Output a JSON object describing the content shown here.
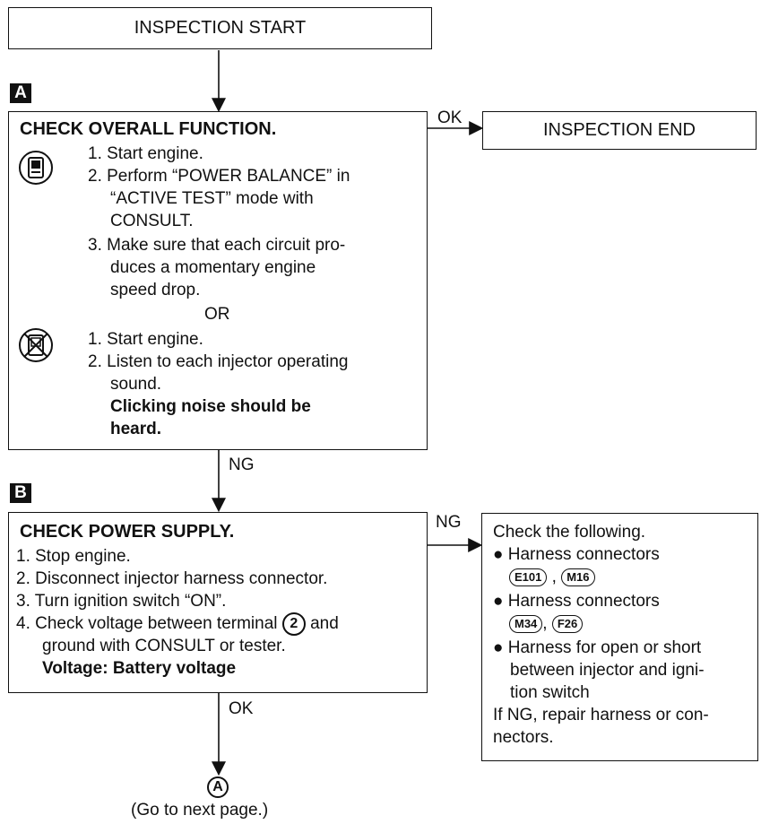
{
  "start": "INSPECTION START",
  "end": "INSPECTION END",
  "step_a": {
    "letter": "A",
    "heading": "CHECK OVERALL FUNCTION.",
    "consult_lines": [
      "1. Start engine.",
      "2. Perform “POWER BALANCE” in",
      "“ACTIVE TEST” mode with",
      "CONSULT.",
      "3. Make sure that each circuit pro-",
      "duces a momentary engine",
      "speed drop."
    ],
    "or_label": "OR",
    "no_consult_lines": [
      "1. Start engine.",
      "2. Listen to each injector operating",
      "sound."
    ],
    "result_lines": [
      "Clicking noise should be",
      "heard."
    ],
    "ok_label": "OK",
    "ng_label": "NG",
    "icons": [
      "consult-icon",
      "no-consult-icon"
    ]
  },
  "step_b": {
    "letter": "B",
    "heading": "CHECK POWER SUPPLY.",
    "lines": [
      "1. Stop engine.",
      "2. Disconnect injector harness connector.",
      "3. Turn ignition switch “ON”.",
      "ground with CONSULT or tester."
    ],
    "line4_pre": "4. Check voltage between terminal",
    "terminal": "2",
    "line4_post": "and",
    "result": "Voltage: Battery voltage",
    "ok_label": "OK",
    "ng_label": "NG"
  },
  "ng_box": {
    "title": "Check the following.",
    "item1": "Harness connectors",
    "conn1a": "E101",
    "conn1b": "M16",
    "item2": "Harness connectors",
    "conn2a": "M34",
    "conn2b": "F26",
    "item3": [
      "Harness for open or short",
      "between injector and igni-",
      "tion switch"
    ],
    "footer": [
      "If NG, repair harness or con-",
      "nectors."
    ]
  },
  "goto": {
    "symbol": "A",
    "text": "(Go to next page.)"
  }
}
